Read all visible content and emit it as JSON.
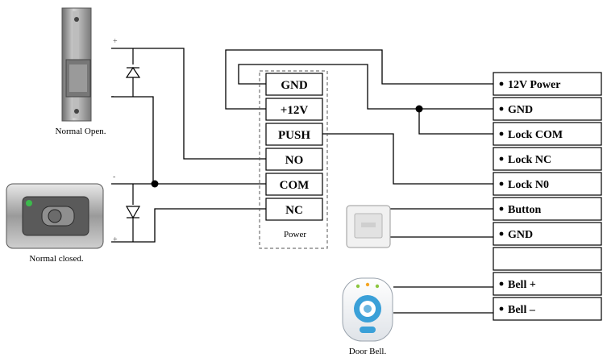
{
  "strike_lock": {
    "caption": "Normal Open.",
    "plus": "+",
    "minus": "-"
  },
  "magnetic_lock": {
    "caption": "Normal closed.",
    "plus": "+",
    "minus": "-"
  },
  "door_bell": {
    "caption": "Door Bell."
  },
  "controller": {
    "terminals": [
      "GND",
      "+12V",
      "PUSH",
      "NO",
      "COM",
      "NC"
    ],
    "footer": "Power"
  },
  "connector": {
    "items": [
      "12V Power",
      "GND",
      "Lock COM",
      "Lock NC",
      "Lock N0",
      "Button",
      "GND",
      "",
      "Bell +",
      "Bell –"
    ]
  },
  "colors": {
    "line": "#000000",
    "metal": "#a8a8a8",
    "bell_blue": "#3aa0d8",
    "lock_silver": "#bcbcbc"
  }
}
